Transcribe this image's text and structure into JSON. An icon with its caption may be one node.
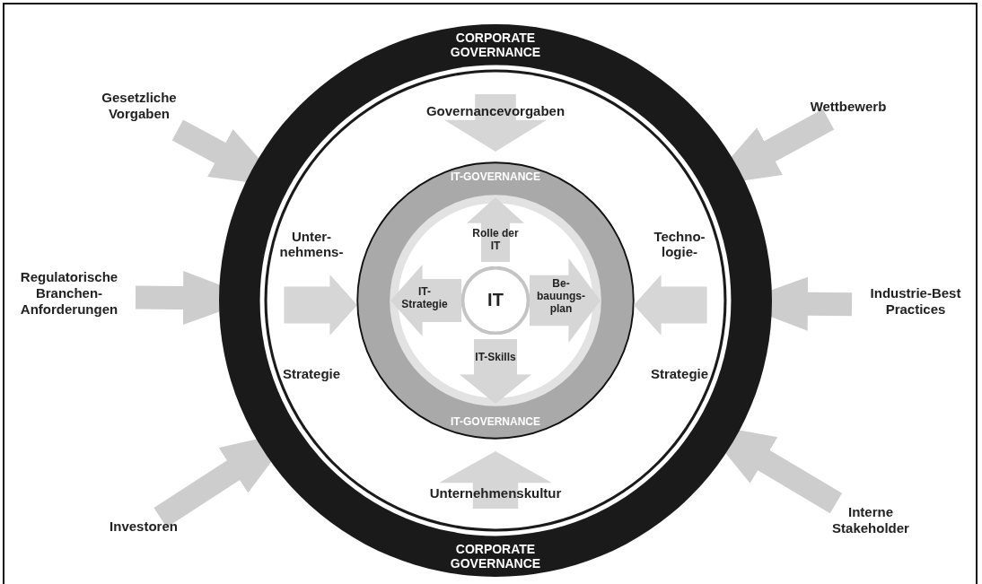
{
  "diagram": {
    "nodes": [
      {
        "text": [
          "Gesetzliche Vorgaben"
        ]
      },
      {
        "text": [
          "Wettbewerb"
        ]
      },
      {
        "text": [
          "CORPORATE GOVERNANCE",
          "CORPORATE GOVERNANCE"
        ]
      },
      {
        "text": [
          "Governancevorgaben"
        ],
        "in": 2
      },
      {
        "text": [
          "Unter- nehmens-",
          "Strategie"
        ],
        "in": 2
      },
      {
        "text": [
          "IT-GOVERNANCE",
          "IT-GOVERNANCE"
        ],
        "in": 2
      },
      {
        "text": [
          "Rolle der IT"
        ],
        "in": 5
      },
      {
        "text": [
          "Techno- logie-",
          "Strategie"
        ],
        "in": 2
      },
      {
        "text": [
          "Regulatorische Branchen-Anforderungen"
        ]
      },
      {
        "text": [
          "Industrie-Best Practices"
        ]
      },
      {
        "text": [
          "IT- Strategie"
        ],
        "in": 5
      },
      {
        "text": [
          "IT"
        ],
        "in": 5
      },
      {
        "text": [
          "Be- bauungs- plan"
        ],
        "in": 5
      },
      {
        "text": [
          "IT-Skills"
        ],
        "in": 5
      },
      {
        "text": [
          "Unternehmenskultur"
        ],
        "in": 2
      },
      {
        "text": [
          "Investoren"
        ]
      },
      {
        "text": [
          "Interne Stakeholder"
        ]
      }
    ],
    "edges": [
      {
        "from": 0,
        "to": 2,
        "arrow": "to"
      },
      {
        "from": 1,
        "to": 2,
        "arrow": "to"
      },
      {
        "from": 8,
        "to": 2,
        "arrow": "to"
      },
      {
        "from": 9,
        "to": 2,
        "arrow": "to"
      },
      {
        "from": 15,
        "to": 2,
        "arrow": "to"
      },
      {
        "from": 16,
        "to": 2,
        "arrow": "to"
      }
    ]
  }
}
